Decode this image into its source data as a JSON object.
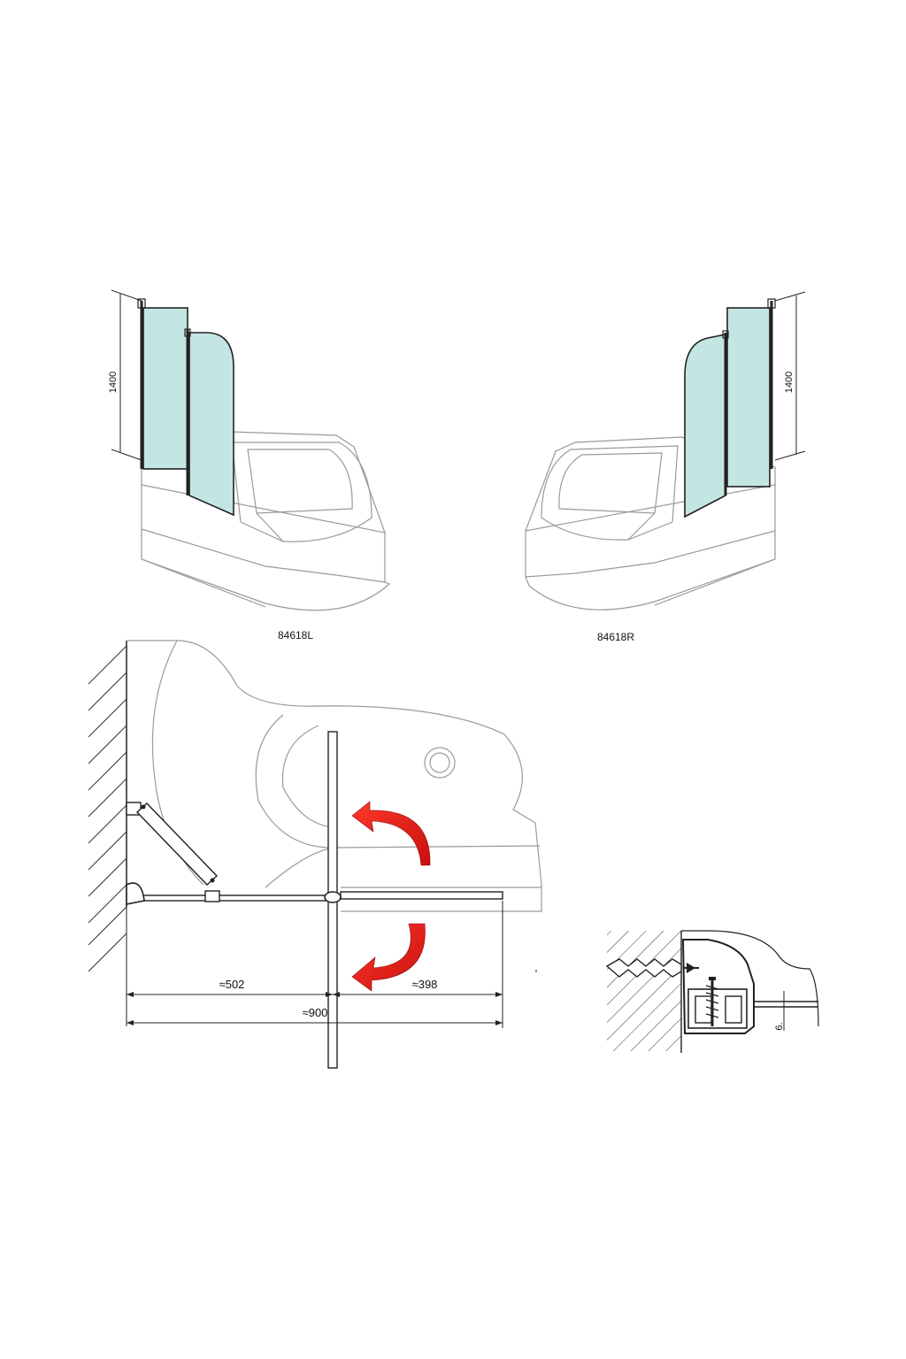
{
  "views": {
    "left": {
      "model": "84618L",
      "height_dim": "1400"
    },
    "right": {
      "model": "84618R",
      "height_dim": "1400"
    }
  },
  "plan": {
    "dims": {
      "left_width": "≈502",
      "right_width": "≈398",
      "total_width": "≈900"
    }
  },
  "detail": {
    "dim": "6."
  },
  "colors": {
    "glass": "#c4e6e2",
    "arrow": "#e02020",
    "line": "#222222"
  }
}
